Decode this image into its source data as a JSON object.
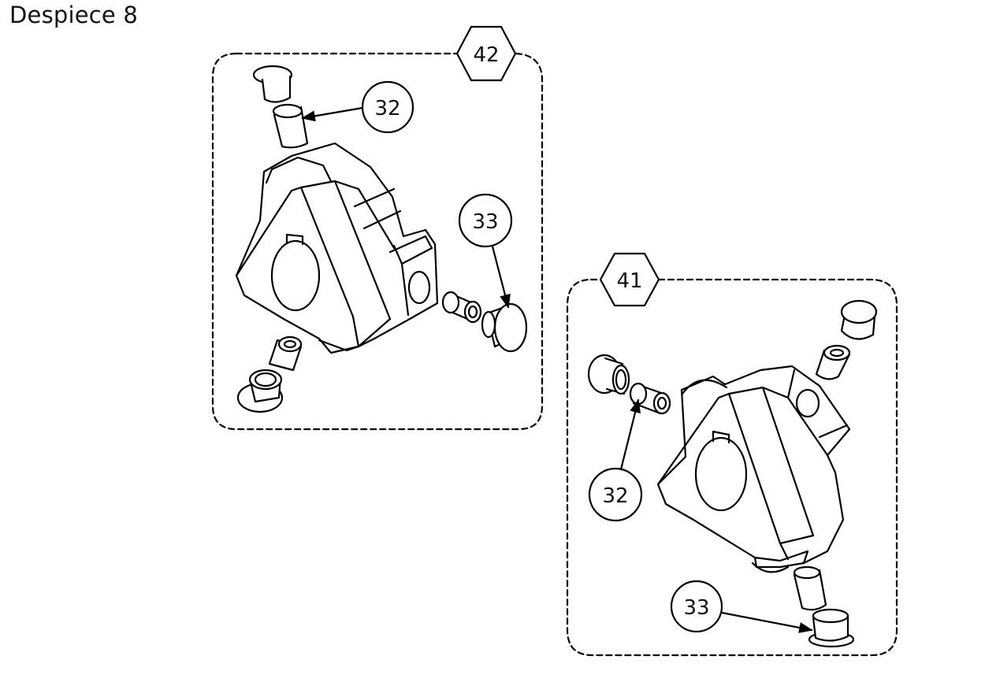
{
  "title": "Despiece 8",
  "assemblies": [
    {
      "number": "42",
      "callouts": [
        "32",
        "33"
      ]
    },
    {
      "number": "41",
      "callouts": [
        "32",
        "33"
      ]
    }
  ]
}
